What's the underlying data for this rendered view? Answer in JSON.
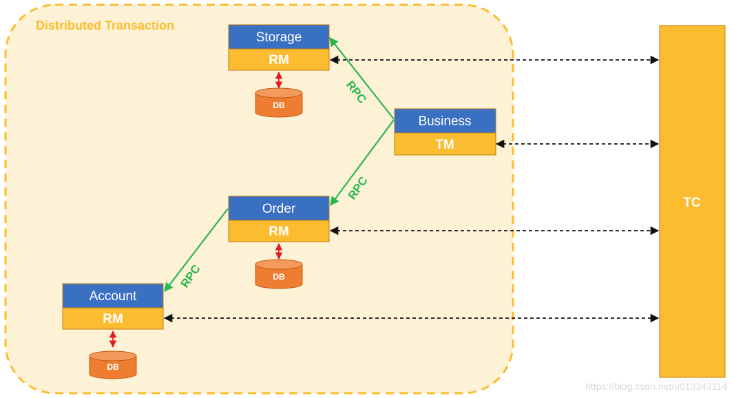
{
  "region": {
    "title": "Distributed Transaction",
    "title_color": "#fbbd2f",
    "border_color": "#fbbd2f",
    "fill_color": "#fdf1d6"
  },
  "colors": {
    "node_top": "#3a70c2",
    "node_bottom": "#fbbd2f",
    "node_border": "#c07a12",
    "rpc": "#27b84e",
    "db": "#ee7d31",
    "db_link": "#e02020",
    "dashed": "#111111",
    "tc": "#fbbd2f"
  },
  "nodes": {
    "storage": {
      "name": "Storage",
      "role": "RM"
    },
    "business": {
      "name": "Business",
      "role": "TM"
    },
    "order": {
      "name": "Order",
      "role": "RM"
    },
    "account": {
      "name": "Account",
      "role": "RM"
    }
  },
  "databases": {
    "storage": "DB",
    "order": "DB",
    "account": "DB"
  },
  "rpc_labels": {
    "business_to_storage": "RPC",
    "business_to_order": "RPC",
    "order_to_account": "RPC"
  },
  "tc": {
    "label": "TC"
  },
  "watermark": "https://blog.csdn.net/u013343114"
}
